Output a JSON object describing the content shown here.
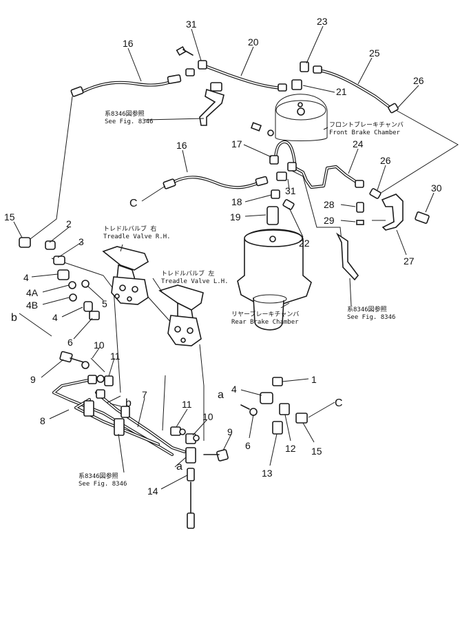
{
  "callouts": {
    "n1": "1",
    "n2": "2",
    "n3": "3",
    "n4a": "4",
    "n4b": "4",
    "n4c": "4",
    "n4A": "4A",
    "n4B": "4B",
    "n5": "5",
    "n6a": "6",
    "n6b": "6",
    "n7": "7",
    "n8": "8",
    "n9a": "9",
    "n9b": "9",
    "n10a": "10",
    "n10b": "10",
    "n11a": "11",
    "n11b": "11",
    "n12": "12",
    "n13": "13",
    "n14": "14",
    "n15a": "15",
    "n15b": "15",
    "n16a": "16",
    "n16b": "16",
    "n17": "17",
    "n18": "18",
    "n19": "19",
    "n20": "20",
    "n21": "21",
    "n22": "22",
    "n23": "23",
    "n24": "24",
    "n25": "25",
    "n26a": "26",
    "n26b": "26",
    "n27": "27",
    "n28": "28",
    "n29": "29",
    "n30": "30",
    "n31a": "31",
    "n31b": "31"
  },
  "letters": {
    "a1": "a",
    "a2": "a",
    "b1": "b",
    "b2": "b",
    "c1": "C",
    "c2": "C"
  },
  "labels": {
    "see_fig_top_jp": "系8346図参照",
    "see_fig_top_en": "See Fig. 8346",
    "front_chamber_jp": "フロントブレーキチャンバ",
    "front_chamber_en": "Front Brake Chamber",
    "treadle_rh_jp": "トレドルバルブ 右",
    "treadle_rh_en": "Treadle Valve R.H.",
    "treadle_lh_jp": "トレドルバルブ 左",
    "treadle_lh_en": "Treadle Valve L.H.",
    "rear_chamber_jp": "リヤーブレーキチャンバ",
    "rear_chamber_en": "Rear Brake Chamber",
    "see_fig_right_jp": "系8346図参照",
    "see_fig_right_en": "See Fig. 8346",
    "see_fig_bottom_jp": "系8346図参照",
    "see_fig_bottom_en": "See Fig. 8346"
  }
}
